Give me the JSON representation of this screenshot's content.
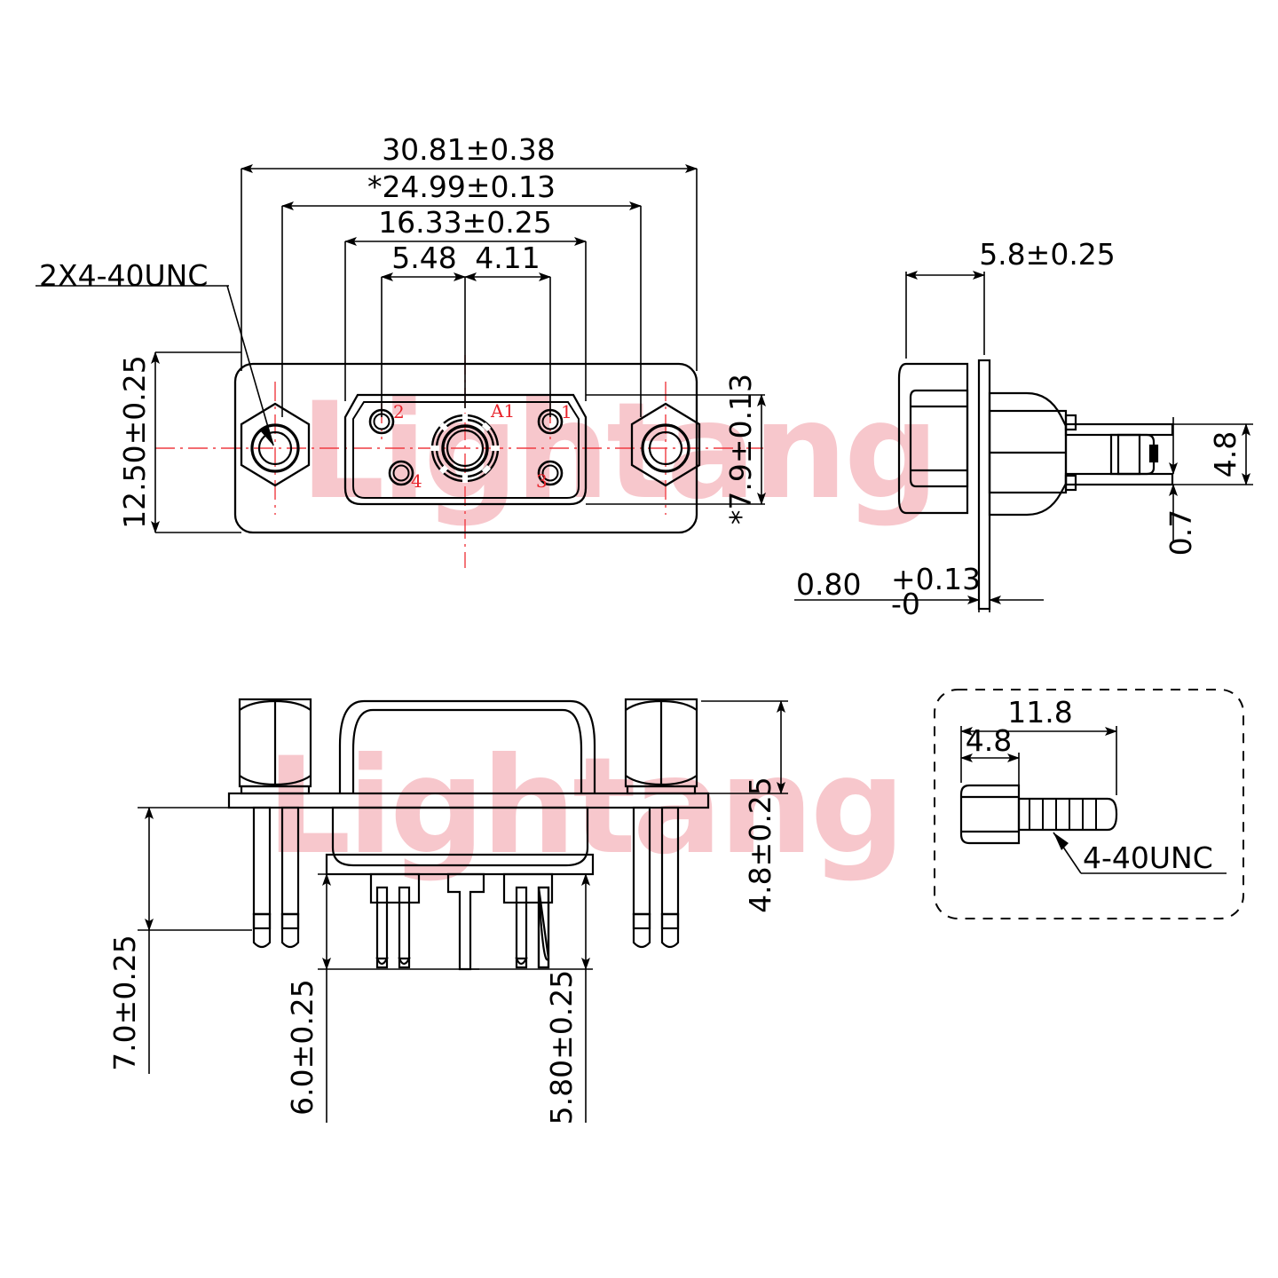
{
  "drawing": {
    "title": "D-SUB 4W4 Coaxial Connector Outline Drawing",
    "background_color": "#ffffff",
    "line_color": "#000000",
    "centerline_color": "#ef3b42",
    "pin_label_color": "#e8222a",
    "watermark": {
      "text": "Lightang",
      "color": "#f7c7cc"
    }
  },
  "views": {
    "front": {
      "name": "front-view",
      "notes": {
        "thread_callout": "2X4-40UNC"
      },
      "dimensions": {
        "overall_width": "30.81±0.38",
        "mounting_hole_span": "*24.99±0.13",
        "shell_width": "16.33±0.25",
        "pitch_a": "5.48",
        "pitch_b": "4.11",
        "overall_height": "12.50±0.25",
        "shell_height": "*7.9±0.13"
      },
      "contacts": [
        {
          "label": "1",
          "position": "upper-right"
        },
        {
          "label": "2",
          "position": "upper-left"
        },
        {
          "label": "3",
          "position": "lower-right"
        },
        {
          "label": "4",
          "position": "lower-left"
        },
        {
          "label": "A1",
          "position": "center-coaxial"
        }
      ]
    },
    "side": {
      "name": "side-view",
      "dimensions": {
        "body_depth": "5.8±0.25",
        "tail_height": "4.8",
        "tail_offset": "0.7",
        "flange_thickness": "0.80",
        "flange_tol_upper": "+0.13",
        "flange_tol_lower": "-0"
      }
    },
    "bottom": {
      "name": "bottom-view",
      "dimensions": {
        "standoff_height": "4.8±0.25",
        "jackscrew_pin_length": "7.0±0.25",
        "signal_pin_length": "6.0±0.25",
        "coax_pin_length": "5.80±0.25"
      }
    },
    "screw_detail": {
      "name": "screw-detail",
      "dimensions": {
        "total_length": "11.8",
        "hex_length": "4.8"
      },
      "callout": "4-40UNC"
    }
  }
}
